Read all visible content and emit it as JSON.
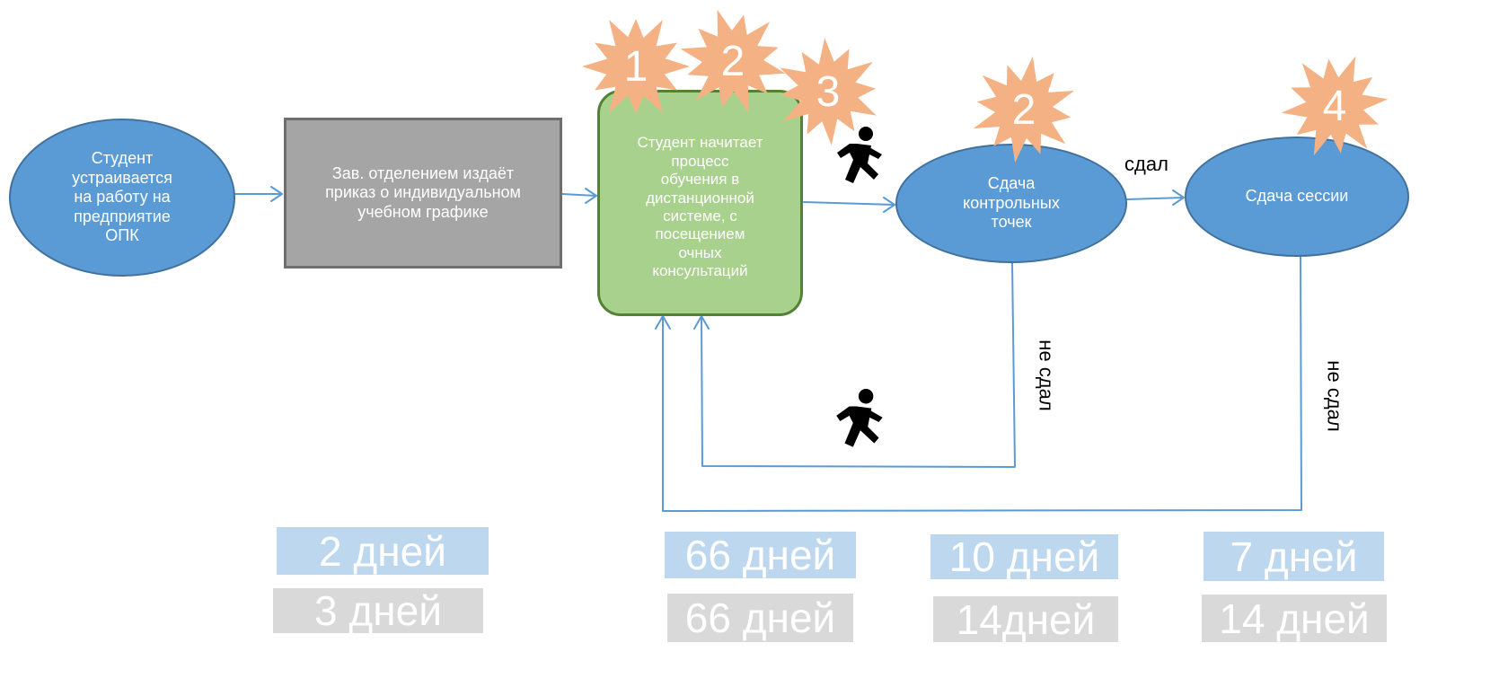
{
  "nodes": {
    "student_employment": "Студент\nустраивается\nна работу на\nпредприятие\nОПК",
    "order": "Зав. отделением издаёт\nприказ о  индивидуальном\nучебном графике",
    "learning": "Студент начитает\nпроцесс\nобучения в\nдистанционной\nсистеме, с\nпосещением\nочных\nконсультаций",
    "control_points": "Сдача\nконтрольных\nточек",
    "session": "Сдача сессии"
  },
  "badges": [
    "1",
    "2",
    "3",
    "2",
    "4"
  ],
  "edge_labels": {
    "passed": "сдал",
    "failed_control": "не сдал",
    "failed_session": "не сдал"
  },
  "durations": {
    "order_a": "2 дней",
    "order_b": "3 дней",
    "learning_a": "66 дней",
    "learning_b": "66 дней",
    "control_a": "10 дней",
    "control_b": "14дней",
    "session_a": "7 дней",
    "session_b": "14 дней"
  },
  "colors": {
    "ellipse_fill": "#5b9bd5",
    "gray_box": "#a5a5a5",
    "green_box": "#a9d18e",
    "burst": "#f4b183",
    "connector": "#5b9bd5",
    "days_blue": "#bdd7ee",
    "days_gray": "#d9d9d9"
  },
  "icons": [
    "running-person-icon",
    "running-person-icon"
  ]
}
